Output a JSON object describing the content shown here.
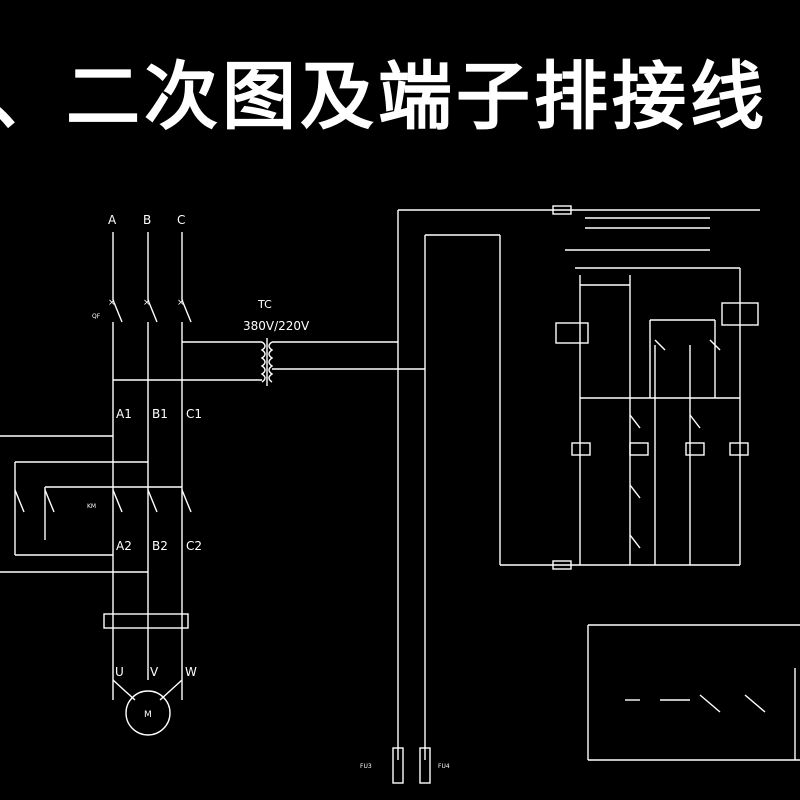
{
  "title": "、二次图及端子排接线",
  "phases": {
    "a": "A",
    "b": "B",
    "c": "C"
  },
  "mid_labels": {
    "a1": "A1",
    "b1": "B1",
    "c1": "C1"
  },
  "low_labels": {
    "a2": "A2",
    "b2": "B2",
    "c2": "C2"
  },
  "motor_terms": {
    "u": "U",
    "v": "V",
    "w": "W",
    "m": "M"
  },
  "transformer": {
    "name": "TC",
    "rating": "380V/220V"
  },
  "fuses": {
    "fu3": "FU3",
    "fu4": "FU4"
  },
  "qf": "QF",
  "km_main": "KM"
}
